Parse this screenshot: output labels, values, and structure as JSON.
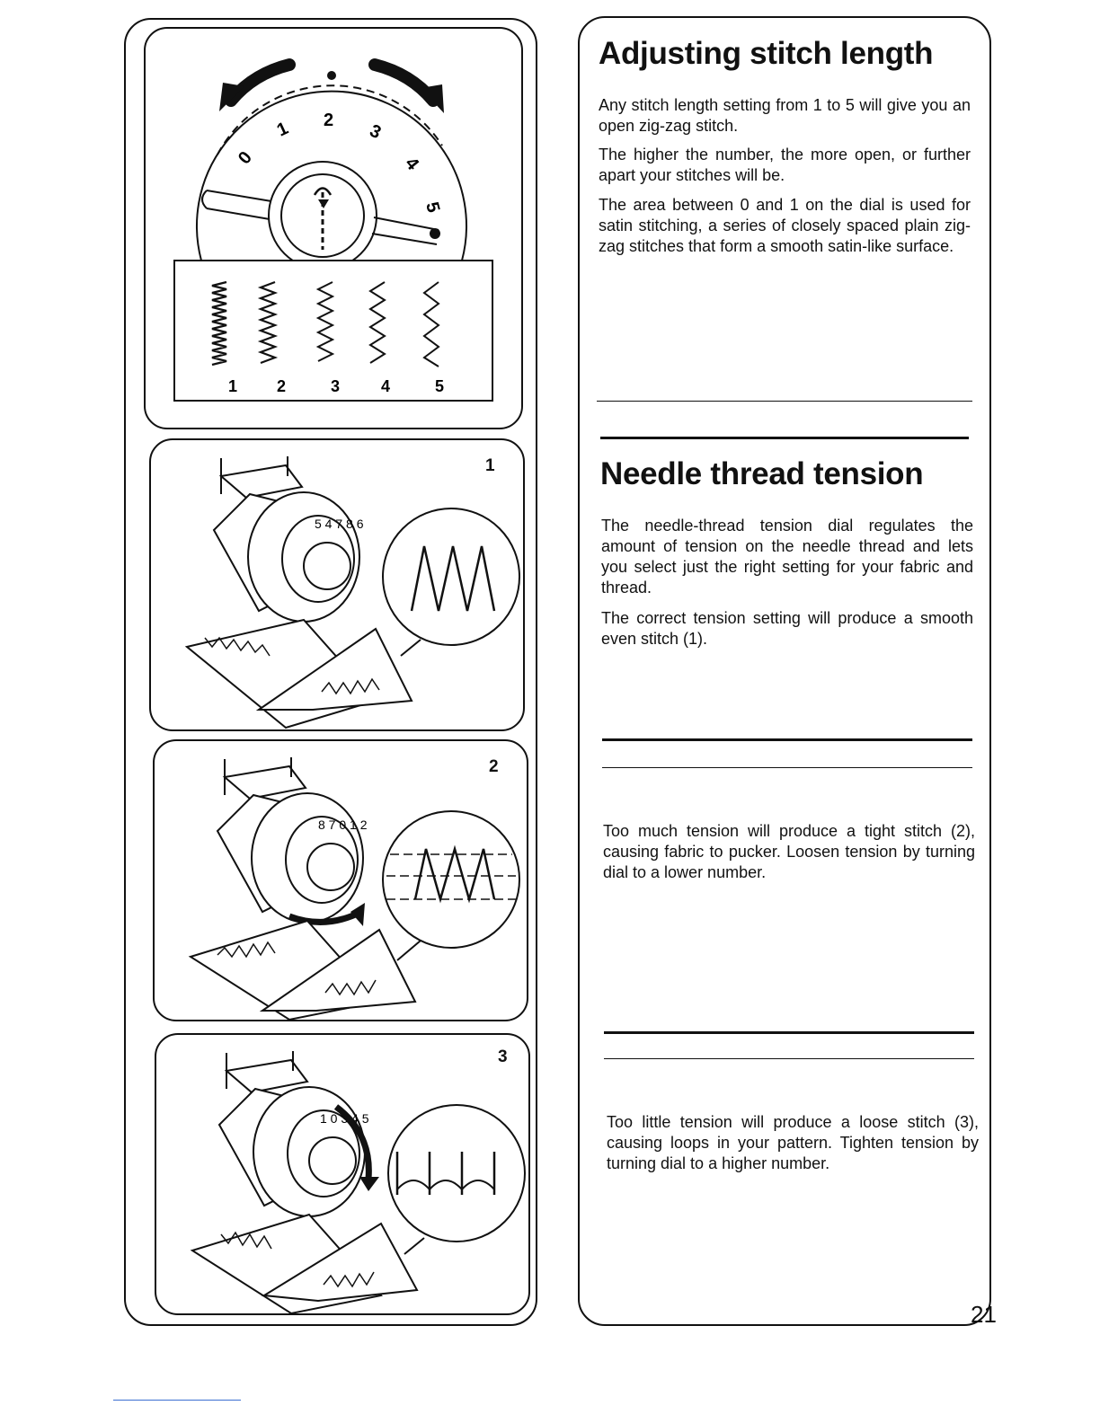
{
  "dial_scale": [
    "0",
    "1",
    "2",
    "3",
    "4",
    "5"
  ],
  "stitch_samples": [
    "1",
    "2",
    "3",
    "4",
    "5"
  ],
  "figures": [
    {
      "number": "1",
      "dial_digits": "5 4 7 8 6"
    },
    {
      "number": "2",
      "dial_digits": "8 7 0 1 2"
    },
    {
      "number": "3",
      "dial_digits": "1 0 3 4 5"
    }
  ],
  "section1": {
    "heading": "Adjusting stitch length",
    "paragraphs": [
      "Any stitch length setting from 1 to 5 will give you an open zig-zag stitch.",
      "The higher the number, the more open, or further apart your stitches will be.",
      "The area between 0 and 1 on the dial is used for satin stitching, a series of closely spaced plain zig-zag stitches that form a smooth satin-like surface."
    ]
  },
  "section2": {
    "heading": "Needle thread tension",
    "paragraphs": [
      "The needle-thread tension dial regulates the amount of tension on the needle thread and lets you select just the right setting for your fabric and thread.",
      "The correct tension setting will produce a smooth even stitch (1)."
    ]
  },
  "tight_text": "Too much tension will produce a tight stitch (2), causing fabric to pucker. Loosen tension by turning dial to a lower number.",
  "loose_text": "Too little tension will produce a loose stitch (3), causing loops in your pattern. Tighten tension by turning dial to a higher number.",
  "page_number": "21"
}
